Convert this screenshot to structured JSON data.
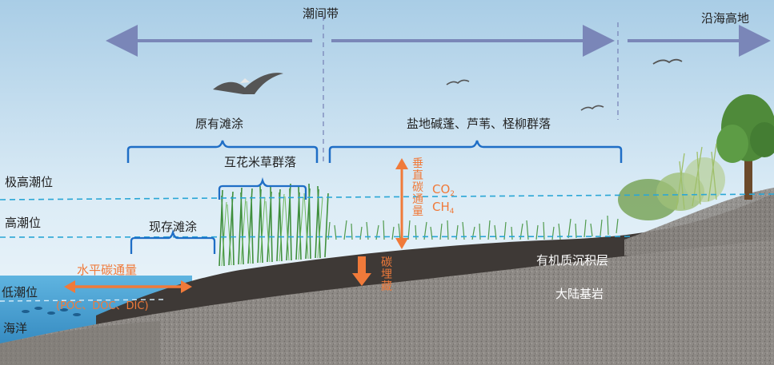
{
  "zones": {
    "intertidal": "潮间带",
    "coastal_highland": "沿海高地"
  },
  "communities": {
    "original_mudflat": "原有滩涂",
    "spartina": "互花米草群落",
    "saltmarsh": "盐地碱蓬、芦苇、柽柳群落",
    "current_mudflat": "现存滩涂"
  },
  "tide_levels": {
    "extreme_high": "极高潮位",
    "high": "高潮位",
    "low": "低潮位",
    "ocean": "海洋"
  },
  "fluxes": {
    "horizontal_title": "水平碳通量",
    "horizontal_detail": "(POC、DOC、DIC)",
    "vertical_title": "垂直碳通量",
    "gas_co2_base": "CO",
    "gas_co2_sub": "2",
    "gas_ch4_base": "CH",
    "gas_ch4_sub": "4",
    "burial": "碳埋藏"
  },
  "layers": {
    "organic_sediment": "有机质沉积层",
    "bedrock": "大陆基岩"
  },
  "colors": {
    "flux_orange": "#f07a3a",
    "bracket_blue": "#1f6ec6",
    "tide_line": "#2aa6d6",
    "zone_arrow": "#7a86b8"
  }
}
